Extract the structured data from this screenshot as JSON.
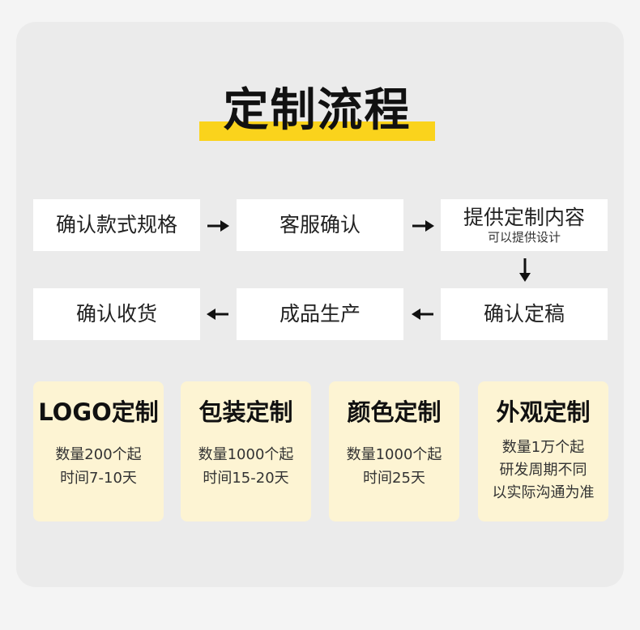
{
  "title": "定制流程",
  "steps": [
    {
      "label": "确认款式规格",
      "sub": ""
    },
    {
      "label": "客服确认",
      "sub": ""
    },
    {
      "label": "提供定制内容",
      "sub": "可以提供设计"
    },
    {
      "label": "确认定稿",
      "sub": ""
    },
    {
      "label": "成品生产",
      "sub": ""
    },
    {
      "label": "确认收货",
      "sub": ""
    }
  ],
  "cards": [
    {
      "title": "LOGO定制",
      "lines": [
        "数量200个起",
        "时间7-10天"
      ]
    },
    {
      "title": "包装定制",
      "lines": [
        "数量1000个起",
        "时间15-20天"
      ]
    },
    {
      "title": "颜色定制",
      "lines": [
        "数量1000个起",
        "时间25天"
      ]
    },
    {
      "title": "外观定制",
      "lines": [
        "数量1万个起",
        "研发周期不同",
        "以实际沟通为准"
      ]
    }
  ],
  "colors": {
    "accent": "#fad31c",
    "card_bg": "#fdf4d3",
    "panel_bg": "#ebebeb"
  }
}
